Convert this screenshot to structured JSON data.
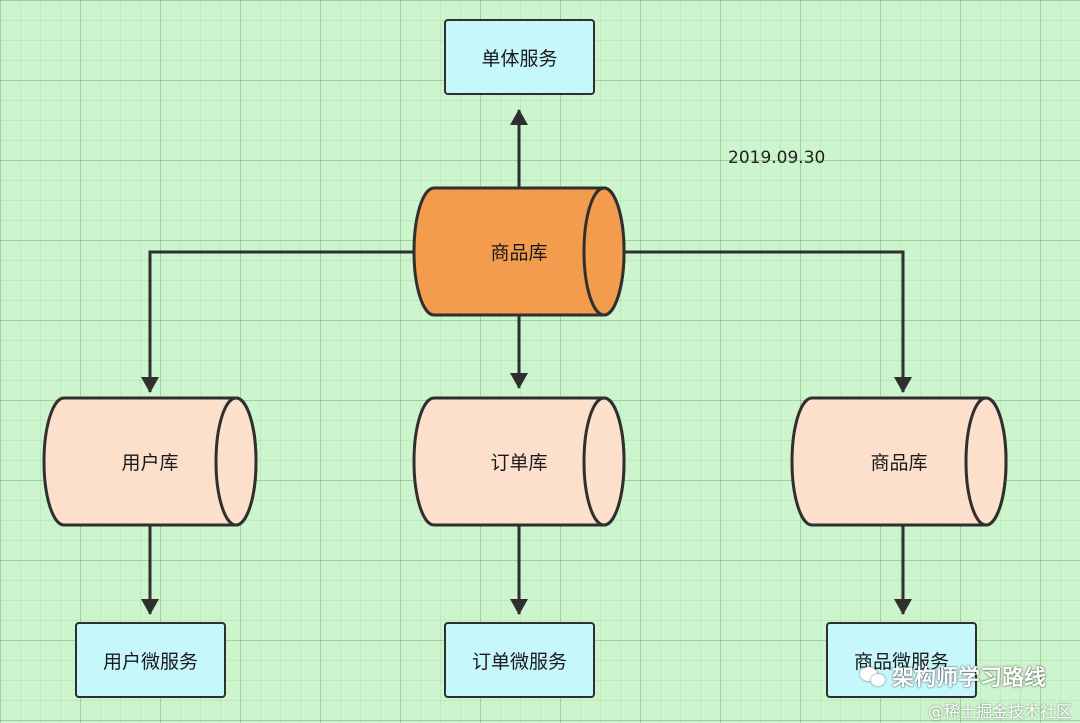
{
  "colors": {
    "background": "#cdf5cd",
    "service_box": "#c6f7fb",
    "central_db": "#f39c4d",
    "sub_db": "#fde0cc",
    "stroke": "#2f2f2f"
  },
  "nodes": {
    "monolith_service": "单体服务",
    "central_db": "商品库",
    "user_db": "用户库",
    "order_db": "订单库",
    "product_db": "商品库",
    "user_service": "用户微服务",
    "order_service": "订单微服务",
    "product_service": "商品微服务"
  },
  "annotation": "2019.09.30",
  "watermark": "架构师学习路线",
  "source": "@稀土掘金技术社区"
}
